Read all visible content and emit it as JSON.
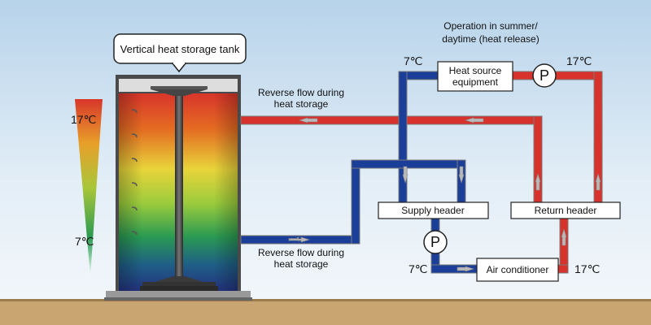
{
  "tank": {
    "title": "Vertical heat storage tank"
  },
  "gradient_scale": {
    "top_label": "17℃",
    "bottom_label": "7℃"
  },
  "operation_note": {
    "line1": "Operation in summer/",
    "line2": "daytime (heat release)"
  },
  "flow_labels": {
    "upper": {
      "line1": "Reverse flow during",
      "line2": "heat storage"
    },
    "lower": {
      "line1": "Reverse flow during",
      "line2": "heat storage"
    }
  },
  "boxes": {
    "heat_source": {
      "line1": "Heat source",
      "line2": "equipment"
    },
    "supply_header": "Supply header",
    "return_header": "Return header",
    "air_conditioner": "Air conditioner"
  },
  "pumps": {
    "top": "P",
    "bottom": "P"
  },
  "temperatures": {
    "heat_source_left": "7℃",
    "heat_source_right": "17℃",
    "ac_left": "7℃",
    "ac_right": "17℃"
  },
  "colors": {
    "hot_pipe": "#d8322c",
    "cold_pipe": "#1b3f99",
    "sky_top": "#b8d4ea",
    "ground": "#c9a572"
  }
}
